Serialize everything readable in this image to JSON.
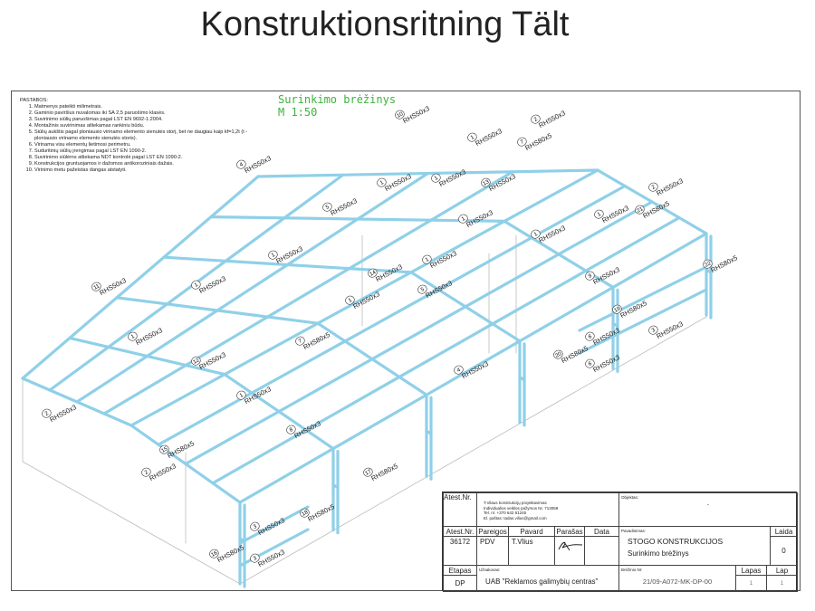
{
  "title": "Konstruktionsritning Tält",
  "drawing": {
    "name": "Surinkimo brėžinys",
    "scale": "M 1:50",
    "notes_heading": "PASTABOS:",
    "notes": [
      "Matmenys pateikti milimetrais.",
      "Gaminio paviršius nuvalomas iki SA 2,5 paruošimo klasės.",
      "Suvirinimo siūlių paruošimas pagal LST EN 9692-1:2004.",
      "Montažinis suvirinimas atliekamas rankiniu būdu.",
      "Siūlių aukštis pagal ploniausio virinamo elemento sienutės storį, bet ne daugiau kaip kf=1,2t (t - ploniausio virinamo elemento sienutės storis).",
      "Virinama visu elementų lietimosi perimetru.",
      "Suduritinių siūlių įrengimas pagal LST EN 1090-2.",
      "Suvirinimo siūlėms atliekama NDT kontrolė pagal LST EN 1090-2.",
      "Konstrukcijos gruntuojamos ir dažomos antikoroziniais dažais.",
      "Virinimo metu pažeistas dangas atstatyti."
    ],
    "members": [
      {
        "no": "10",
        "profile": "RHS50x3"
      },
      {
        "no": "2",
        "profile": "RHS50x3"
      },
      {
        "no": "1",
        "profile": "RHS50x3"
      },
      {
        "no": "7",
        "profile": "RHS80x5"
      },
      {
        "no": "4",
        "profile": "RHS50x3"
      },
      {
        "no": "1",
        "profile": "RHS50x3"
      },
      {
        "no": "1",
        "profile": "RHS50x3"
      },
      {
        "no": "13",
        "profile": "RHS50x3"
      },
      {
        "no": "2",
        "profile": "RHS50x3"
      },
      {
        "no": "21",
        "profile": "RHS80x5"
      },
      {
        "no": "5",
        "profile": "RHS50x3"
      },
      {
        "no": "1",
        "profile": "RHS50x3"
      },
      {
        "no": "1",
        "profile": "RHS50x3"
      },
      {
        "no": "1",
        "profile": "RHS50x3"
      },
      {
        "no": "22",
        "profile": "RHS80x5"
      },
      {
        "no": "11",
        "profile": "RHS50x3"
      },
      {
        "no": "1",
        "profile": "RHS50x3"
      },
      {
        "no": "1",
        "profile": "RHS50x3"
      },
      {
        "no": "14",
        "profile": "RHS50x3"
      },
      {
        "no": "5",
        "profile": "RHS50x3"
      },
      {
        "no": "9",
        "profile": "RHS50x3"
      },
      {
        "no": "1",
        "profile": "RHS50x3"
      },
      {
        "no": "1",
        "profile": "RHS50x3"
      },
      {
        "no": "19",
        "profile": "RHS80x5"
      },
      {
        "no": "12",
        "profile": "RHS50x3"
      },
      {
        "no": "1",
        "profile": "RHS50x3"
      },
      {
        "no": "6",
        "profile": "RHS50x3"
      },
      {
        "no": "20",
        "profile": "RHS80x5"
      },
      {
        "no": "4",
        "profile": "RHS50x3"
      },
      {
        "no": "3",
        "profile": "RHS50x3"
      },
      {
        "no": "7",
        "profile": "RHS80x5"
      },
      {
        "no": "2",
        "profile": "RHS50x3"
      },
      {
        "no": "1",
        "profile": "RHS50x3"
      },
      {
        "no": "8",
        "profile": "RHS50x3"
      },
      {
        "no": "15",
        "profile": "RHS80x5"
      },
      {
        "no": "2",
        "profile": "RHS50x3"
      },
      {
        "no": "17",
        "profile": "RHS80x5"
      },
      {
        "no": "18",
        "profile": "RHS80x5"
      },
      {
        "no": "3",
        "profile": "RHS50x3"
      },
      {
        "no": "16",
        "profile": "RHS80x5"
      },
      {
        "no": "3",
        "profile": "RHS50x3"
      },
      {
        "no": "6",
        "profile": "RHS50x3"
      }
    ]
  },
  "title_block": {
    "atest_label": "Atest.Nr.",
    "company_lines": [
      "T.Vilaus konstrukcijų projektavimas",
      "Individualios veiklos pažymos Nr. 713059",
      "Tel. nr. +370 642 61245",
      "El. paštas: tadas.vilius@gmail.com"
    ],
    "objektas_label": "Objektas:",
    "objektas_value": "-",
    "headers": [
      "Atest.Nr.",
      "Pareigos",
      "Pavard",
      "Parašas",
      "Data"
    ],
    "row": [
      "36172",
      "PDV",
      "T.Vlius",
      "",
      ""
    ],
    "pavadinimas_label": "Pavadinimas:",
    "name_line1": "STOGO KONSTRUKCIJOS",
    "name_line2": "Surinkimo brėžinys",
    "laida_label": "Laida",
    "laida_value": "0",
    "etapas_label": "Etapas",
    "etapas_value": "DP",
    "uzsakovas_label": "Užsakovas:",
    "uzsakovas_value": "UAB \"Reklamos galimybių centras\"",
    "brezinio_label": "Brėžinio Nr:",
    "brezinio_value": "21/09-A072-MK-DP-00",
    "lapas_label": "Lapas",
    "lapas_value": "1",
    "lap_label": "Lap",
    "lap_value": "1"
  }
}
